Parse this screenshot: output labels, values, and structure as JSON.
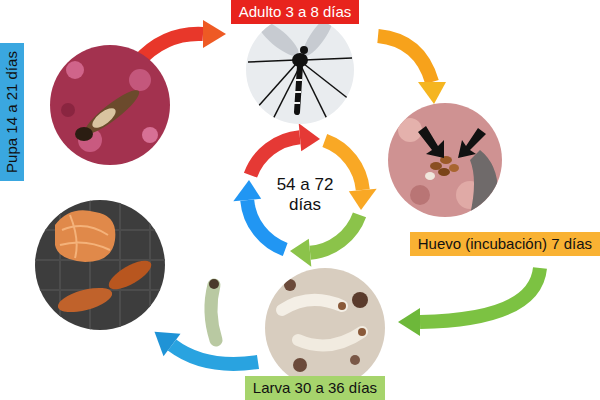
{
  "diagram": {
    "nodes": [
      {
        "text": [
          "Adulto 3 a 8 días"
        ]
      },
      {
        "text": [
          "Huevo (incubación) 7 días"
        ]
      },
      {
        "text": [
          "Larva 30 a 36 días"
        ]
      },
      {
        "text": [
          "Pupa 14 a 21 días"
        ]
      }
    ],
    "labels": [
      "54 a 72 días"
    ]
  }
}
